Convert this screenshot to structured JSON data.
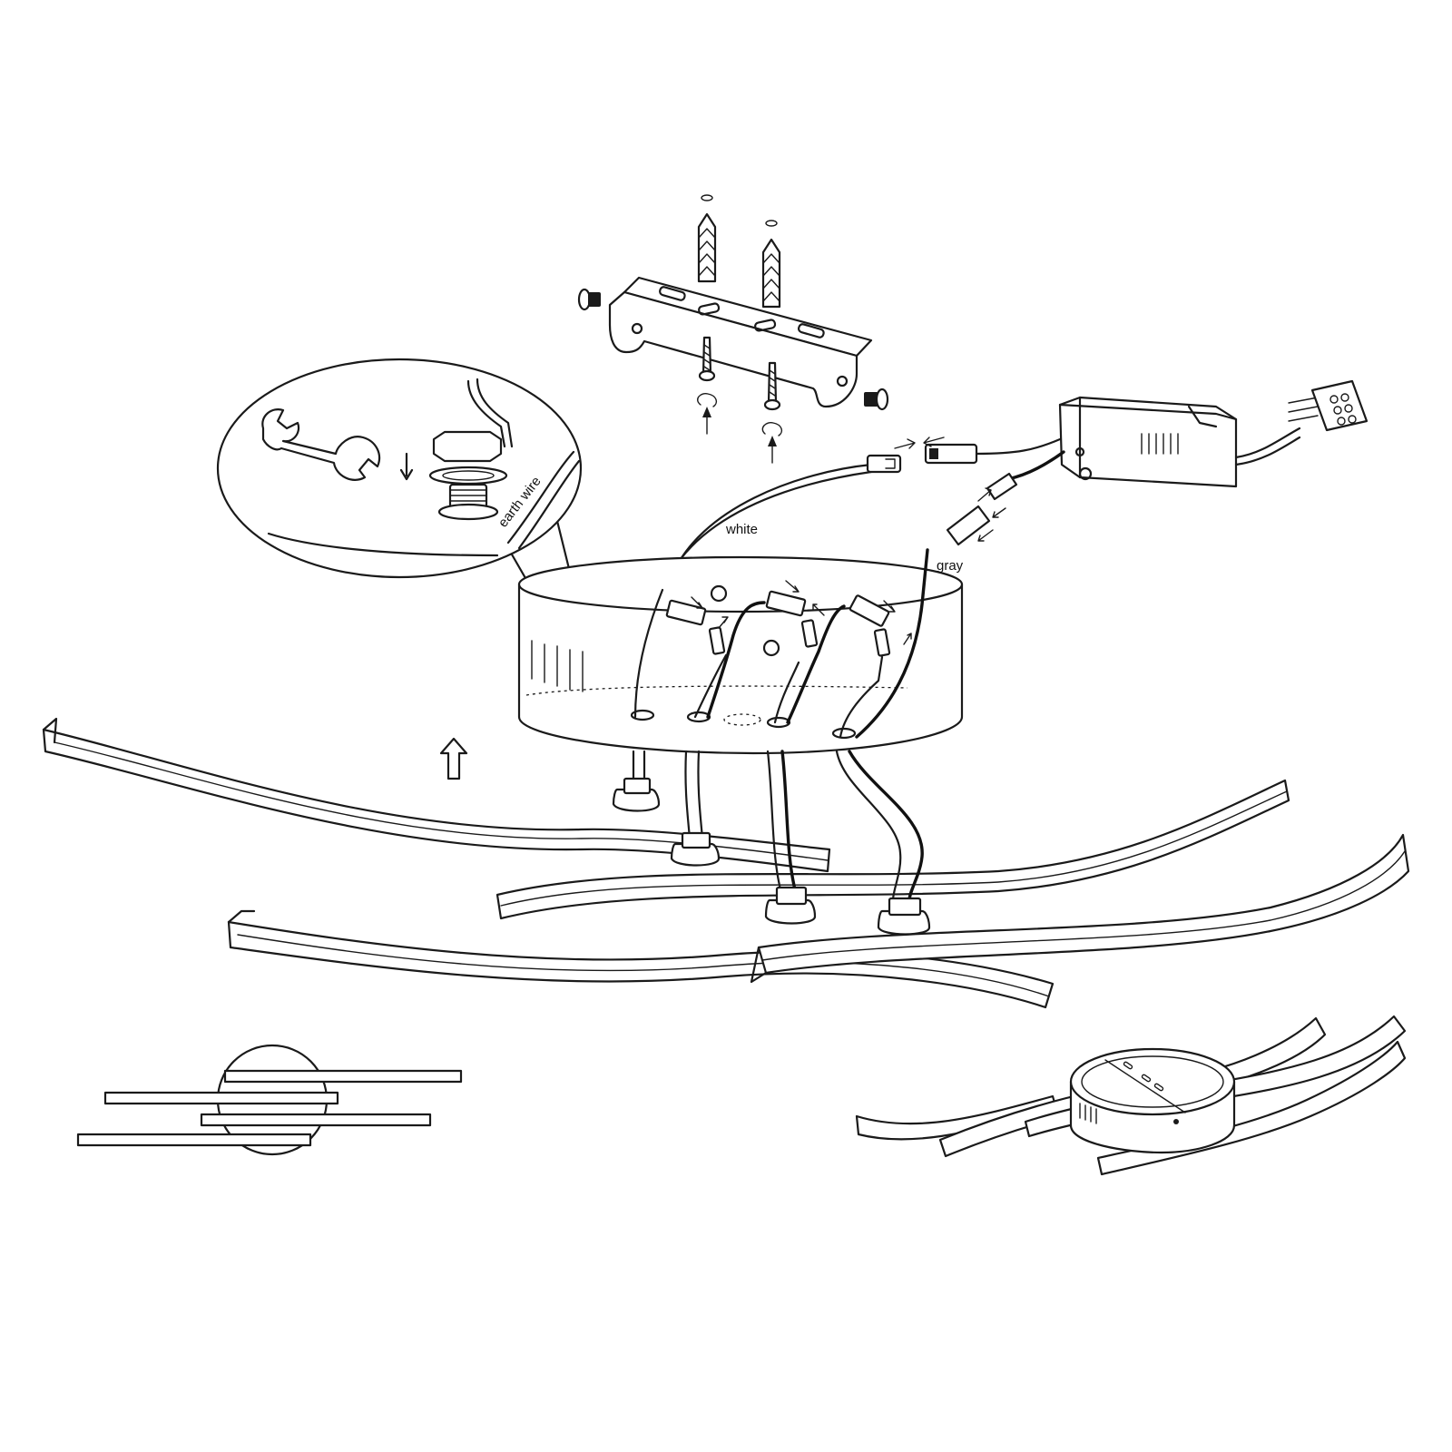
{
  "labels": {
    "earth_wire": "earth wire",
    "white": "white",
    "gray": "gray"
  },
  "icons": [
    "wrench-icon",
    "up-arrow-icon",
    "down-arrow-icon"
  ]
}
